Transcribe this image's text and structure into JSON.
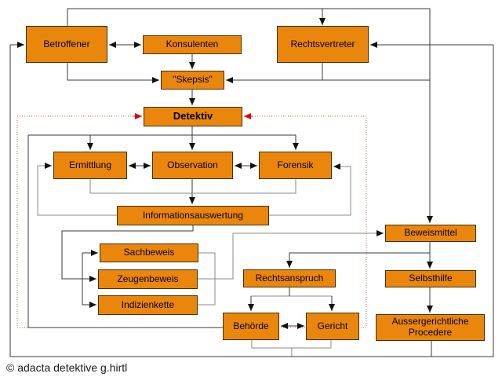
{
  "diagram": {
    "title_note": "Detective work flowchart (German)",
    "nodes": {
      "betroffener": {
        "label": "Betroffener"
      },
      "konsulenten": {
        "label": "Konsulenten"
      },
      "rechtsvertreter": {
        "label": "Rechtsvertreter"
      },
      "skepsis": {
        "label": "\"Skepsis\""
      },
      "detektiv": {
        "label": "Detektiv"
      },
      "ermittlung": {
        "label": "Ermittlung"
      },
      "observation": {
        "label": "Observation"
      },
      "forensik": {
        "label": "Forensik"
      },
      "informationsauswertung": {
        "label": "Informationsauswertung"
      },
      "sachbeweis": {
        "label": "Sachbeweis"
      },
      "zeugenbeweis": {
        "label": "Zeugenbeweis"
      },
      "indizienkette": {
        "label": "Indizienkette"
      },
      "beweismittel": {
        "label": "Beweismittel"
      },
      "rechtsanspruch": {
        "label": "Rechtsanspruch"
      },
      "selbsthilfe": {
        "label": "Selbsthilfe"
      },
      "behoerde": {
        "label": "Behörde"
      },
      "gericht": {
        "label": "Gericht"
      },
      "procedere": {
        "label": "Aussergerichtliche Procedere"
      }
    },
    "edges": [
      "betroffener <-> konsulenten",
      "betroffener -> rechtsvertreter",
      "betroffener -> skepsis",
      "konsulenten -> skepsis",
      "rechtsvertreter -> skepsis",
      "betroffener(top line) -> beweismittel",
      "skepsis -> detektiv",
      "red-boundary -> detektiv (both sides)",
      "detektiv -> ermittlung | observation | forensik",
      "ermittlung <-> observation",
      "observation <-> forensik",
      "ermittlung + observation + forensik -> informationsauswertung",
      "informationsauswertung -> ermittlung (feedback)",
      "informationsauswertung -> forensik (feedback)",
      "informationsauswertung -> sachbeweis | zeugenbeweis | indizienkette",
      "sachbeweis + zeugenbeweis + indizienkette -> beweismittel",
      "beweismittel -> rechtsanspruch",
      "beweismittel -> selbsthilfe",
      "rechtsanspruch -> behoerde | gericht",
      "behoerde <-> gericht",
      "selbsthilfe -> procedere",
      "behoerde + gericht + procedere -> bottom loop -> betroffener & rechtsvertreter",
      "detektiv-row line -> behoerde (left drop)"
    ],
    "colors": {
      "node_fill": "#EB860D",
      "node_border": "#40300a",
      "line_dark": "#383838",
      "line_gray": "#8a8a8a",
      "arrow_black": "#111111",
      "red_dashed": "#c8604f",
      "red_arrow": "#e40000"
    },
    "footer": {
      "copyright": "© adacta detektive g.hirtl"
    }
  }
}
